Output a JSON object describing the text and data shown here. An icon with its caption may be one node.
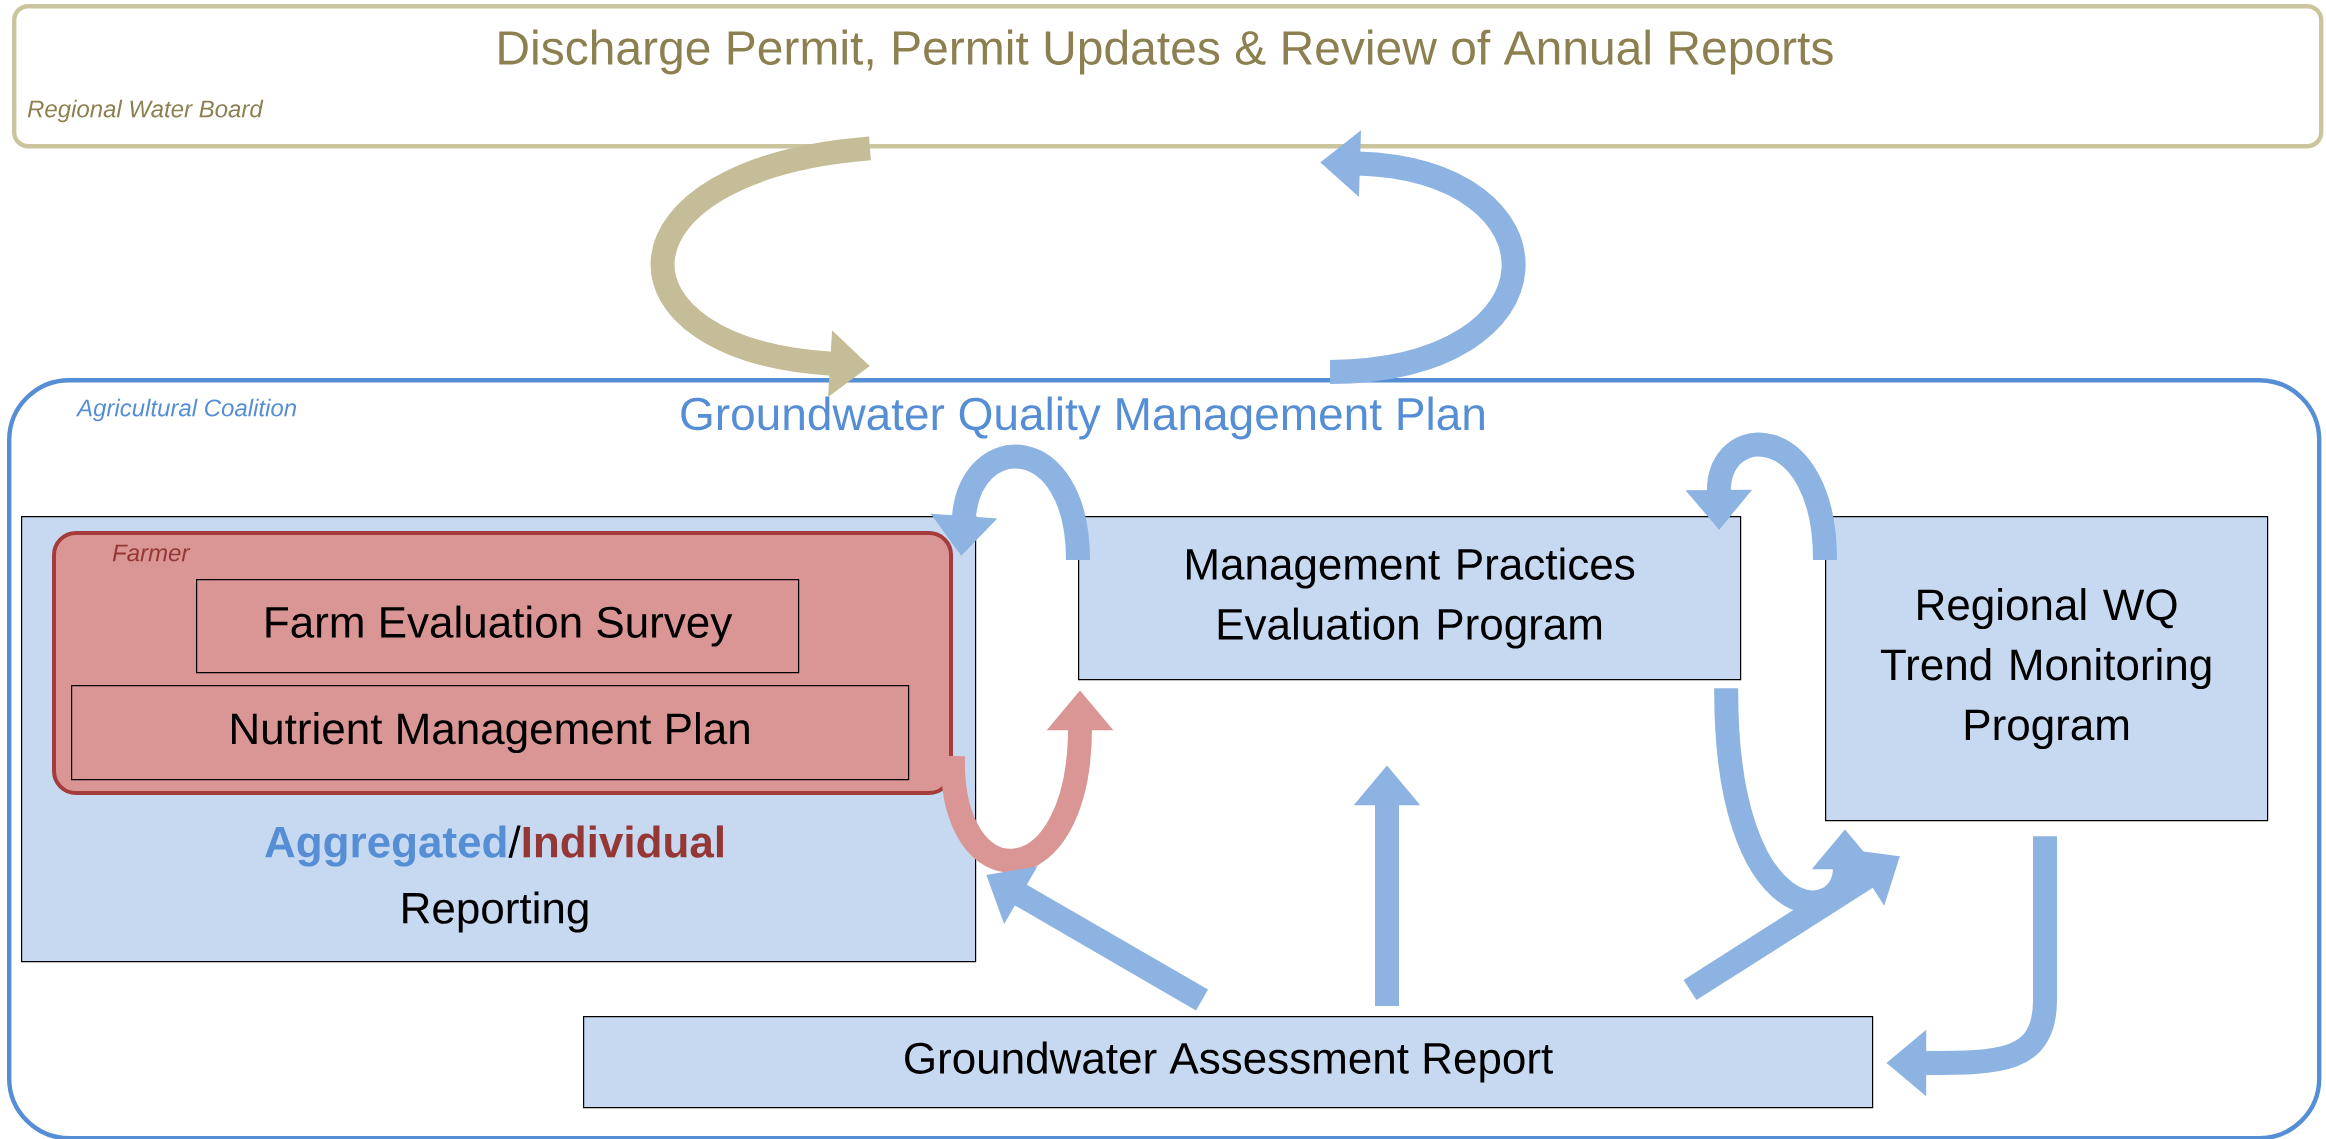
{
  "diagram": {
    "nodes": [
      {
        "text": [
          "Discharge Permit, Permit Updates & Review of Annual Reports",
          "Regional Water Board"
        ]
      },
      {
        "text": [
          "Agricultural Coalition",
          "Groundwater Quality Management Plan"
        ]
      },
      {
        "text": [
          "Aggregated",
          "/",
          "Individual",
          "Reporting"
        ],
        "in": 1
      },
      {
        "text": [
          "Farmer"
        ],
        "in": 2
      },
      {
        "text": [
          "Farm Evaluation Survey"
        ],
        "in": 3
      },
      {
        "text": [
          "Nutrient Management Plan"
        ],
        "in": 3
      },
      {
        "text": [
          "Management Practices Evaluation Program"
        ],
        "in": 1
      },
      {
        "text": [
          "Regional WQ Trend Monitoring Program"
        ],
        "in": 1
      },
      {
        "text": [
          "Groundwater Assessment Report"
        ],
        "in": 1
      }
    ],
    "edges": [
      {
        "from": 0,
        "to": 1,
        "arrow": "to",
        "color": "#c4bd97"
      },
      {
        "from": 1,
        "to": 0,
        "arrow": "to"
      },
      {
        "from": 6,
        "to": 2,
        "arrow": "to"
      },
      {
        "from": 3,
        "to": 6,
        "arrow": "to",
        "color": "#d99694"
      },
      {
        "from": 7,
        "to": 6,
        "arrow": "to"
      },
      {
        "from": 6,
        "to": 7,
        "arrow": "to"
      },
      {
        "from": 8,
        "to": 2,
        "arrow": "to"
      },
      {
        "from": 8,
        "to": 6,
        "arrow": "to"
      },
      {
        "from": 8,
        "to": 7,
        "arrow": "to"
      },
      {
        "from": 7,
        "to": 8,
        "arrow": "to"
      }
    ]
  }
}
